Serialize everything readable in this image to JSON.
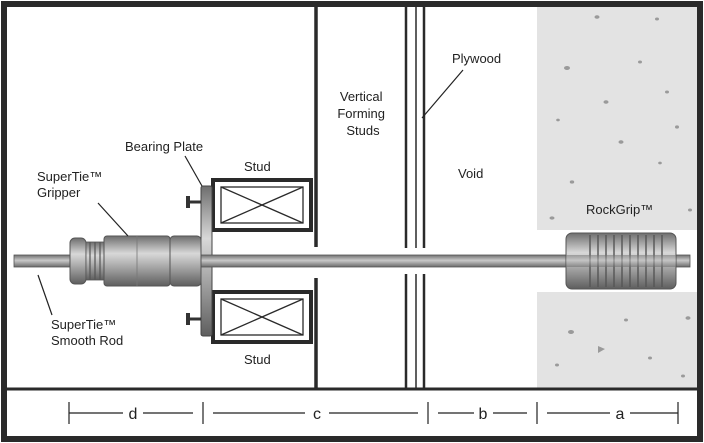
{
  "labels": {
    "plywood": "Plywood",
    "vertical_forming_studs": [
      "Vertical",
      "Forming",
      "Studs"
    ],
    "bearing_plate": "Bearing Plate",
    "stud_top": "Stud",
    "stud_bottom": "Stud",
    "void": "Void",
    "rockgrip": "RockGrip™",
    "gripper": [
      "SuperTie™",
      "Gripper"
    ],
    "smooth_rod": [
      "SuperTie™",
      "Smooth Rod"
    ]
  },
  "dimensions": [
    "d",
    "c",
    "b",
    "a"
  ],
  "colors": {
    "frame": "#2a2a2a",
    "rock": "#e3e3e3",
    "speck": "#9a9a9a",
    "rod": "#8f8f8f",
    "hardware": "#a8a8a8"
  }
}
